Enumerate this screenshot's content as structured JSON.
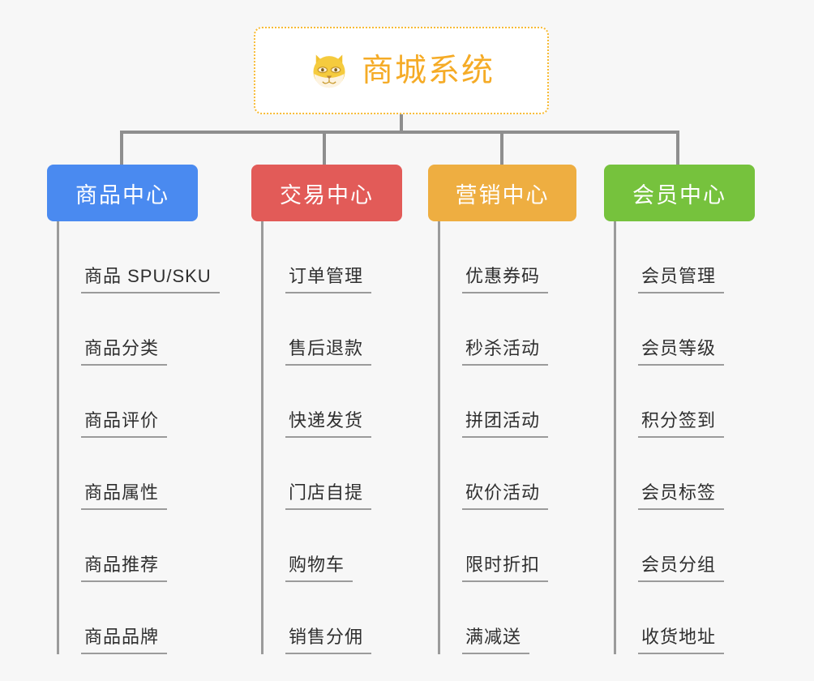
{
  "diagram": {
    "title": "商城系统",
    "root_icon": "shiba-dog-icon",
    "background_color": "#f7f7f7",
    "root_border_color": "#f7bb35",
    "root_title_color": "#f5ab26",
    "connector_color": "#8e8e8e",
    "leaf_line_color": "#9b9b9b",
    "leaf_text_color": "#2f2f2f"
  },
  "branches": [
    {
      "label": "商品中心",
      "color": "#4a8af0",
      "items": [
        "商品 SPU/SKU",
        "商品分类",
        "商品评价",
        "商品属性",
        "商品推荐",
        "商品品牌"
      ]
    },
    {
      "label": "交易中心",
      "color": "#e25b58",
      "items": [
        "订单管理",
        "售后退款",
        "快递发货",
        "门店自提",
        "购物车",
        "销售分佣"
      ]
    },
    {
      "label": "营销中心",
      "color": "#eeae41",
      "items": [
        "优惠券码",
        "秒杀活动",
        "拼团活动",
        "砍价活动",
        "限时折扣",
        "满减送"
      ]
    },
    {
      "label": "会员中心",
      "color": "#76c23d",
      "items": [
        "会员管理",
        "会员等级",
        "积分签到",
        "会员标签",
        "会员分组",
        "收货地址"
      ]
    }
  ]
}
